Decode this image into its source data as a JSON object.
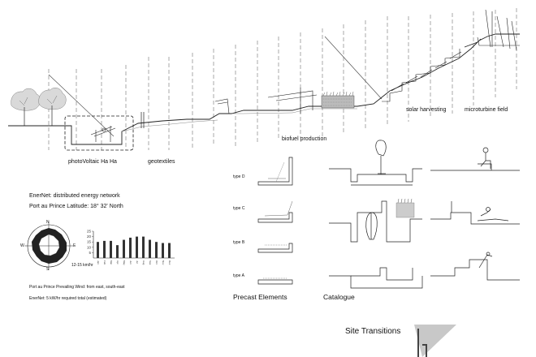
{
  "section": {
    "labels": {
      "photovoltaic": "photoVoltaic Ha Ha",
      "geotextiles": "geotextiles",
      "biofuel": "biofuel production",
      "solar": "solar harvesting",
      "microturbine": "microturbine field"
    }
  },
  "info": {
    "network": "EnerNet: distributed energy network",
    "latitude": "Port au Prince Latitude: 18° 32' North",
    "wind_note": "Port au Prince Prevailing Wind: from east, south-east",
    "power_note": "EnerNet: 5 kW/hr required total (estimated)",
    "speed_label": "12-15 km/hr"
  },
  "chart_data": {
    "type": "bar",
    "categories": [
      "Jan",
      "Feb",
      "Mar",
      "Apr",
      "May",
      "Jun",
      "Jul",
      "Aug",
      "Sep",
      "Oct",
      "Nov",
      "Dec"
    ],
    "values": [
      15,
      16,
      16,
      12,
      17,
      19,
      20,
      20,
      17,
      15,
      14,
      14
    ],
    "ylim": [
      0,
      25
    ],
    "yticks": [
      5,
      10,
      15,
      20,
      25
    ],
    "xlabel": "",
    "ylabel": "",
    "title": ""
  },
  "wind_rose": {
    "compass": [
      "N",
      "E",
      "S",
      "W"
    ]
  },
  "precast": {
    "types": [
      "type D",
      "type C",
      "type B",
      "type A"
    ],
    "title": "Precast Elements"
  },
  "catalogue": {
    "title": "Catalogue"
  },
  "sheet_title": "Site Transitions"
}
